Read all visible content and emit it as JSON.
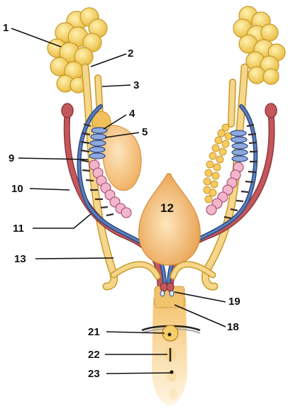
{
  "labels": {
    "l1": "1",
    "l2": "2",
    "l3": "3",
    "l4": "4",
    "l5": "5",
    "l9": "9",
    "l10": "10",
    "l11": "11",
    "l12": "12",
    "l13": "13",
    "l18": "18",
    "l19": "19",
    "l21": "21",
    "l22": "22",
    "l23": "23"
  },
  "colors": {
    "gland": "#f7d36a",
    "gland_stroke": "#c79a2a",
    "duct": "#f3c96a",
    "bladder": "#f2b060",
    "vessel_blue": "#3d5f96",
    "vessel_red": "#c4575b",
    "coil_blue": "#7f9bd4",
    "coil_pink": "#f0a9c4",
    "label_line": "#111111"
  }
}
